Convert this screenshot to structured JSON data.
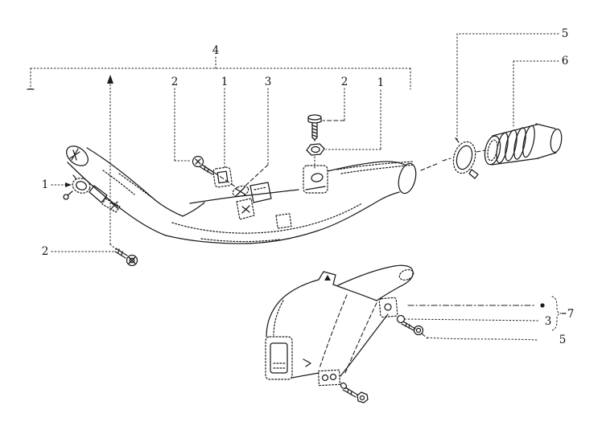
{
  "diagram": {
    "type": "exploded-parts-diagram",
    "background_color": "#ffffff",
    "line_color": "#1b1b1b",
    "callouts": [
      {
        "id": "assembly-group",
        "label": "4"
      },
      {
        "id": "screw-top",
        "label": "2"
      },
      {
        "id": "clamp-top",
        "label": "1"
      },
      {
        "id": "spacer-top",
        "label": "3"
      },
      {
        "id": "screw-top-right",
        "label": "2"
      },
      {
        "id": "nut-top-right",
        "label": "1"
      },
      {
        "id": "hose-clamp",
        "label": "5"
      },
      {
        "id": "bellows-hose",
        "label": "6"
      },
      {
        "id": "clamp-left",
        "label": "1"
      },
      {
        "id": "screw-left",
        "label": "2"
      },
      {
        "id": "fastener-group",
        "label": "7"
      },
      {
        "id": "spacer-lower-right",
        "label": "3"
      },
      {
        "id": "screw-lower-right",
        "label": "5"
      }
    ]
  }
}
